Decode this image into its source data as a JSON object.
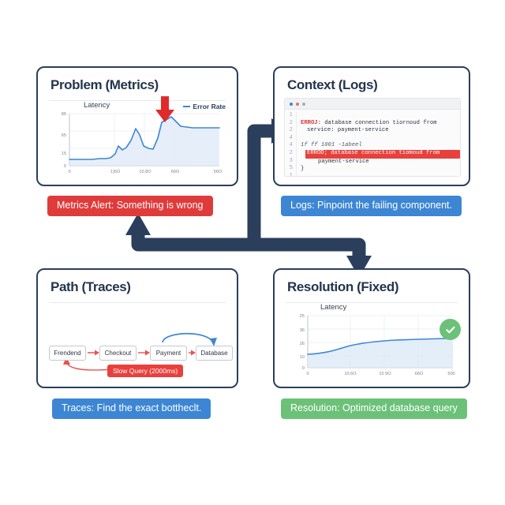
{
  "theme": {
    "bg": "#ffffff",
    "panel_border": "#2b3f5c",
    "connector": "#2b3f5c",
    "accent_blue": "#3d86d4",
    "alert_red": "#e03b3b",
    "ok_green": "#6cc179",
    "title_color": "#24354d"
  },
  "panels": {
    "problem": {
      "title": "Problem (Metrics)",
      "chart_label": "Latency",
      "legend": "Error Rate",
      "alert_icon": "red-down-arrow-icon"
    },
    "context": {
      "title": "Context (Logs)",
      "window_dots": [
        "blue-dot",
        "red-dot",
        "gray-dot"
      ],
      "line_numbers": [
        "1",
        "2",
        "2",
        "4",
        "4",
        "2",
        "3",
        "5",
        "1"
      ],
      "lines": [
        {
          "num": "1",
          "text": ""
        },
        {
          "num": "2",
          "kind": "error",
          "prefix": "ERROJ",
          "text": ": database connection tiornoud from"
        },
        {
          "num": "2",
          "kind": "indent",
          "text": "service: payment-service"
        },
        {
          "num": "4",
          "text": ""
        },
        {
          "num": "4",
          "kind": "italic",
          "text": "1f  ff  1001 -1abeel"
        },
        {
          "num": "2",
          "kind": "highlight",
          "text": "ERROD; database connection tiomoud from"
        },
        {
          "num": "3",
          "kind": "highlight-cont",
          "text": "payment-service"
        },
        {
          "num": "5",
          "kind": "brace",
          "text": "}"
        },
        {
          "num": "1",
          "text": ""
        }
      ]
    },
    "path": {
      "title": "Path (Traces)",
      "nodes": [
        "Frendend",
        "Checkout",
        "Payment",
        "Database"
      ],
      "badge": "Slow Query (2000ms)"
    },
    "resolution": {
      "title": "Resolution (Fixed)",
      "chart_label": "Latency",
      "status_icon": "green-check-icon"
    }
  },
  "captions": {
    "metrics": "Metrics Alert: Something is wrong",
    "logs": "Logs: Pinpoint the failing component.",
    "traces": "Traces: Find the exact bottheclt.",
    "resolution": "Resolution: Optimized database query"
  },
  "chart_data": [
    {
      "id": "problem-metrics",
      "type": "area",
      "title": "Latency",
      "series_name": "Error Rate",
      "xlabel": "",
      "ylabel": "",
      "xticks": [
        "0",
        "1)6O",
        "10.8O",
        "66O",
        "56O"
      ],
      "yticks": [
        "86",
        "65",
        "15",
        "0"
      ],
      "xlim": [
        0,
        500
      ],
      "ylim": [
        0,
        100
      ],
      "grid": true,
      "legend_position": "top-right",
      "x": [
        0,
        25,
        50,
        75,
        100,
        120,
        135,
        150,
        160,
        172,
        185,
        200,
        215,
        228,
        240,
        255,
        270,
        285,
        300,
        330,
        360,
        400,
        440,
        480,
        500
      ],
      "y": [
        12,
        12,
        12,
        12,
        13,
        13,
        14,
        22,
        38,
        30,
        34,
        48,
        72,
        60,
        38,
        33,
        32,
        52,
        83,
        92,
        70,
        66,
        66,
        66,
        66
      ],
      "annotation": {
        "label": "red-down-arrow",
        "x": 205,
        "y": 98
      }
    },
    {
      "id": "resolution-metrics",
      "type": "area",
      "title": "Latency",
      "xlabel": "",
      "ylabel": "",
      "xticks": [
        "0",
        "10.6O",
        "10 9O",
        "66O",
        "500"
      ],
      "yticks": [
        "25",
        "36",
        "26",
        "10",
        "0"
      ],
      "xlim": [
        0,
        500
      ],
      "ylim": [
        0,
        30
      ],
      "grid": true,
      "x": [
        0,
        40,
        80,
        120,
        150,
        180,
        220,
        260,
        300,
        350,
        400,
        450,
        500
      ],
      "y": [
        11.5,
        12.0,
        13.5,
        16.5,
        18.8,
        20.2,
        21.6,
        22.6,
        23.4,
        24.0,
        24.4,
        24.6,
        24.7
      ],
      "annotation": {
        "label": "green-check",
        "x": 470,
        "y": 24.7
      }
    }
  ]
}
